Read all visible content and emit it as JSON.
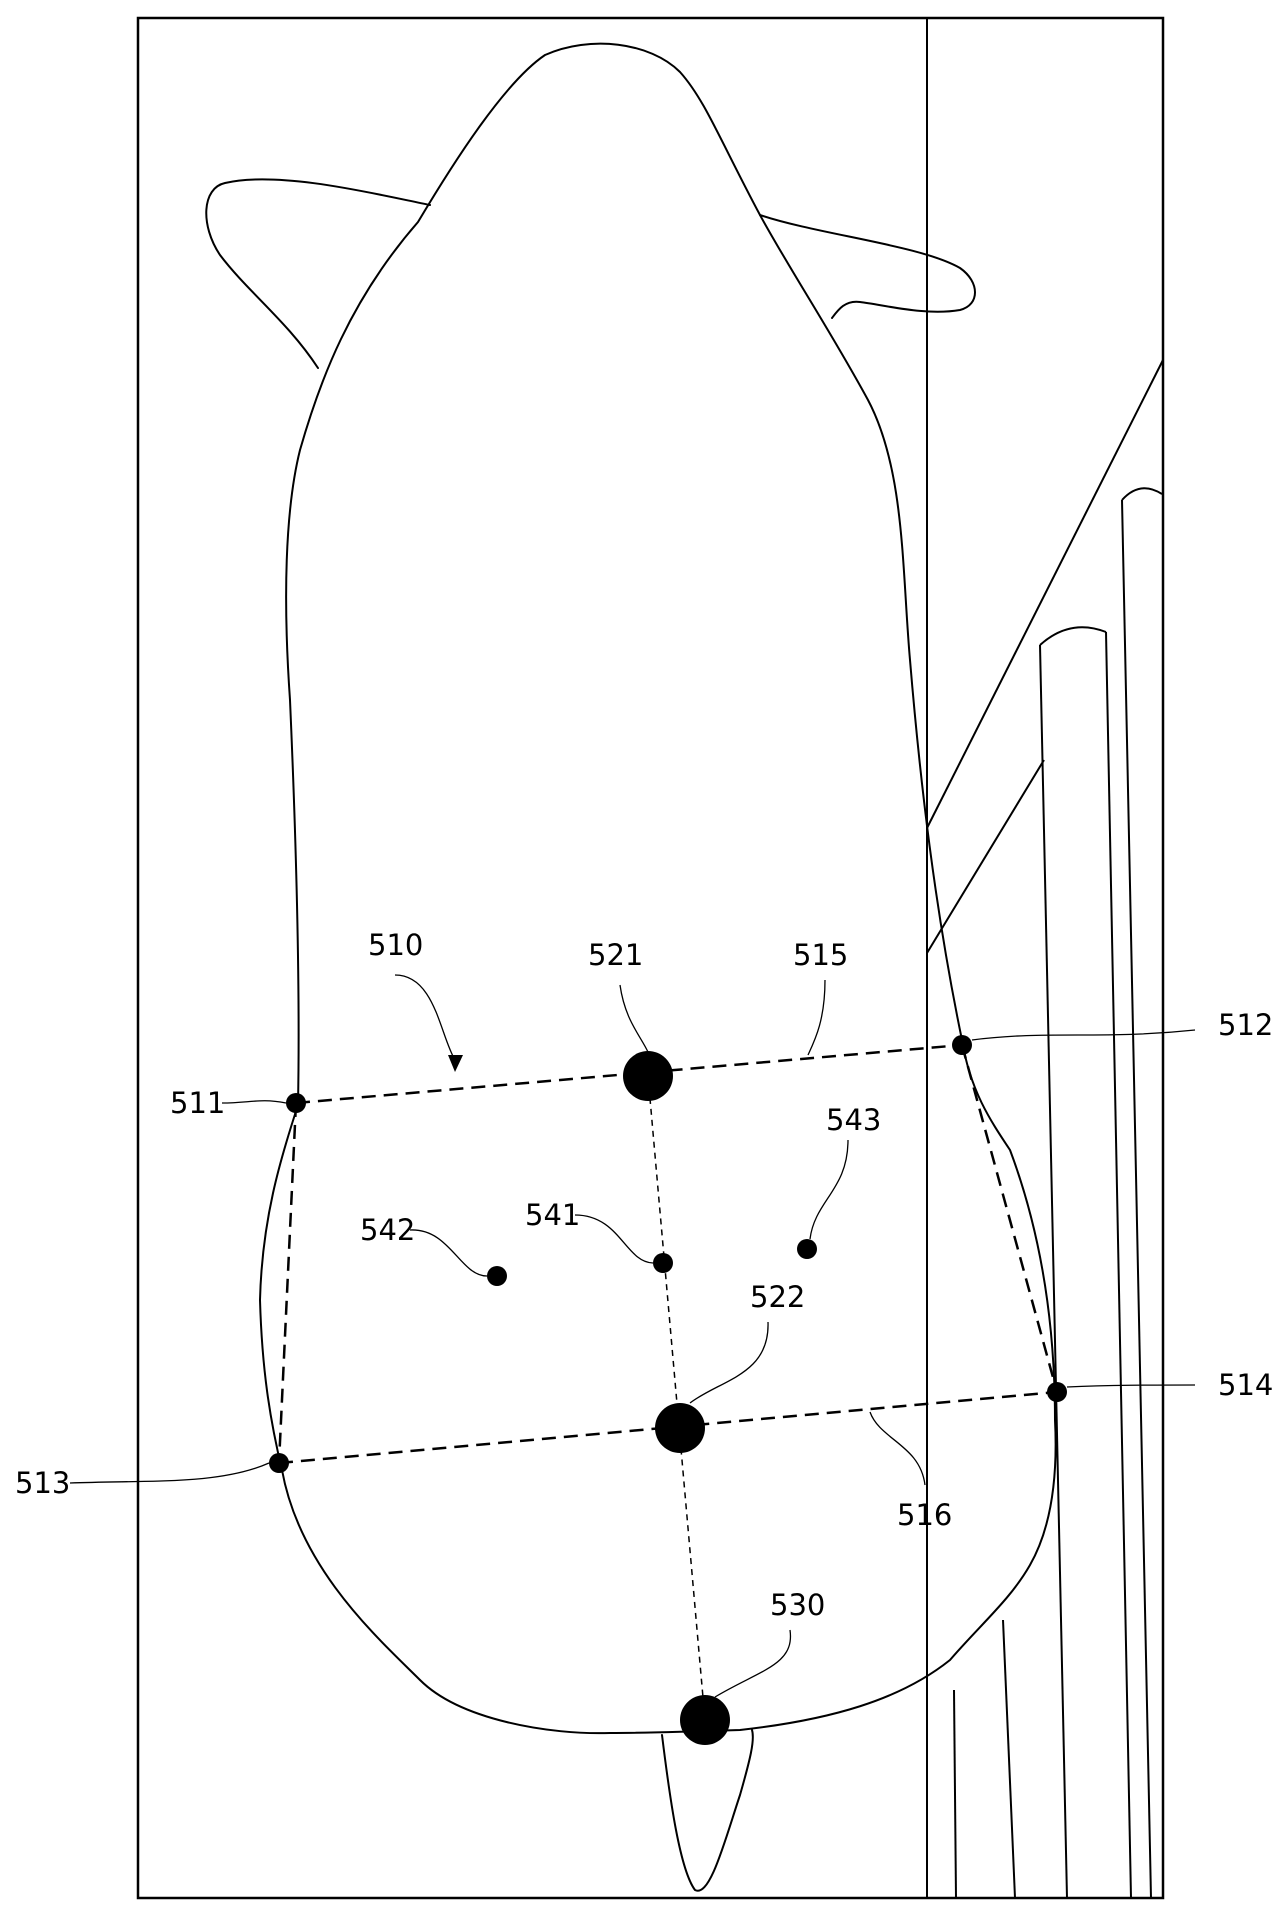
{
  "labels": {
    "l510": "510",
    "l511": "511",
    "l512": "512",
    "l513": "513",
    "l514": "514",
    "l515": "515",
    "l516": "516",
    "l521": "521",
    "l522": "522",
    "l530": "530",
    "l541": "541",
    "l542": "542",
    "l543": "543"
  },
  "colors": {
    "stroke": "#000000",
    "background": "#ffffff"
  }
}
